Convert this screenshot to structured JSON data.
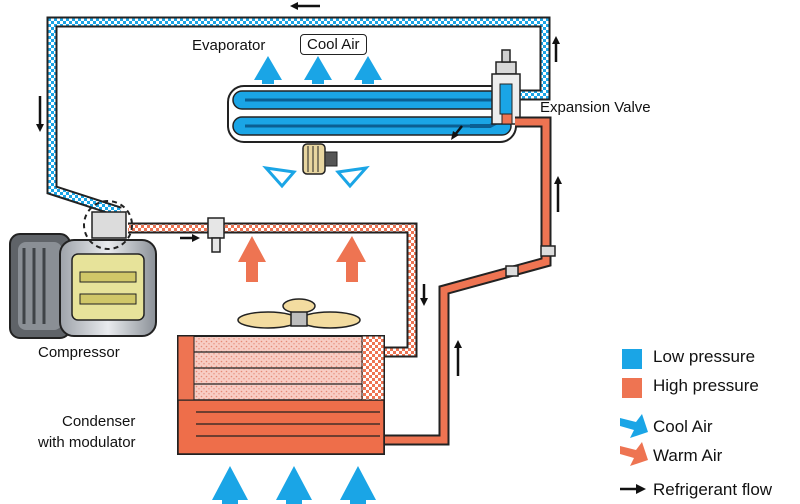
{
  "labels": {
    "evaporator": "Evaporator",
    "cool_air_box": "Cool Air",
    "expansion_valve": "Expansion Valve",
    "compressor": "Compressor",
    "condenser_line1": "Condenser",
    "condenser_line2": "with modulator"
  },
  "legend": [
    {
      "swatch": "low-pressure-swatch",
      "label": "Low pressure",
      "color": "#1aa5e6"
    },
    {
      "swatch": "high-pressure-swatch",
      "label": "High pressure",
      "color": "#ee7452"
    },
    {
      "swatch": "cool-air-arrow-icon",
      "label": "Cool Air",
      "color": "#1aa5e6"
    },
    {
      "swatch": "warm-air-arrow-icon",
      "label": "Warm Air",
      "color": "#ee7452"
    },
    {
      "swatch": "refrigerant-flow-arrow-icon",
      "label": "Refrigerant flow",
      "color": "#111111"
    }
  ],
  "colors": {
    "low_pressure": "#1aa5e6",
    "high_pressure": "#ee7452",
    "condenser_fill": "#f7c6bc",
    "outline": "#222222"
  }
}
